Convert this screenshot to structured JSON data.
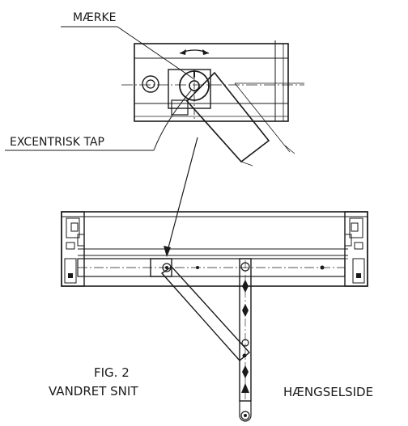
{
  "labels": {
    "mark": "MÆRKE",
    "eccentric_pin": "EXCENTRISK TAP",
    "fig_number": "FIG. 2",
    "section_title": "VANDRET SNIT",
    "hinge_side": "HÆNGSELSIDE"
  },
  "colors": {
    "ink": "#1a1a1a",
    "background": "#ffffff"
  }
}
